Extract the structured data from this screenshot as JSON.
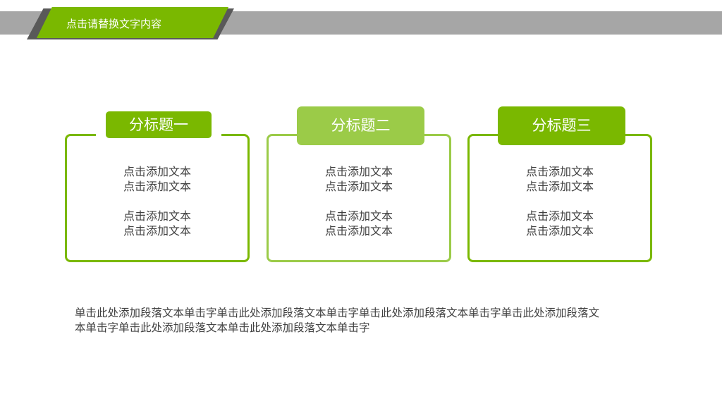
{
  "header": {
    "title": "点击请替换文字内容"
  },
  "cards": [
    {
      "heading": "分标题一",
      "lines": [
        "点击添加文本",
        "点击添加文本",
        "点击添加文本",
        "点击添加文本"
      ]
    },
    {
      "heading": "分标题二",
      "lines": [
        "点击添加文本",
        "点击添加文本",
        "点击添加文本",
        "点击添加文本"
      ]
    },
    {
      "heading": "分标题三",
      "lines": [
        "点击添加文本",
        "点击添加文本",
        "点击添加文本",
        "点击添加文本"
      ]
    }
  ],
  "paragraph": {
    "line1": "单击此处添加段落文本单击字单击此处添加段落文本单击字单击此处添加段落文本单击字单击此处添加段落文",
    "line2": "本单击字单击此处添加段落文本单击此处添加段落文本单击字"
  },
  "colors": {
    "accent": "#7ab800",
    "accent_light": "#9bcb48",
    "bar_gray": "#a6a6a6",
    "text": "#404040"
  }
}
